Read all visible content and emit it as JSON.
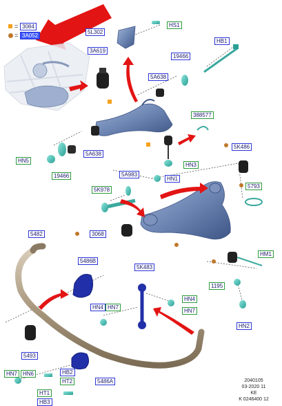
{
  "legend": [
    {
      "label": "3084",
      "marker": "#f6a21e"
    },
    {
      "label": "3A052",
      "marker": "#c0782a"
    }
  ],
  "parts": {
    "p5L302": "5L302",
    "pHS1": "HS1",
    "p3A619": "3A619",
    "pHB1": "HB1",
    "p19466a": "19466",
    "p5A638a": "5A638",
    "p388577": "388577",
    "p5K486": "5K486",
    "pHN5": "HN5",
    "p5A638b": "5A638",
    "p19466b": "19466",
    "pHN3": "HN3",
    "p5A983": "5A983",
    "pHN1": "HN1",
    "p5K978": "5K978",
    "p5793": "5793",
    "p3068": "3068",
    "p5482": "5482",
    "p5486B": "5486B",
    "p5K483": "5K483",
    "pHM1": "HM1",
    "p1195": "1195",
    "pHN4a": "HN4",
    "pHN7a": "HN7",
    "pHN4b": "HN4",
    "pHN7b": "HN7",
    "pHN2": "HN2",
    "p5493": "5493",
    "pHN7c": "HN7",
    "pHN6": "HN6",
    "pHB2": "HB2",
    "pHT2": "HT2",
    "p5486A": "5486A",
    "pHT1": "HT1",
    "pHB3": "HB3"
  },
  "footer": [
    "2040105",
    "03-2020 11",
    "KE",
    "K 0246400 12"
  ],
  "colors": {
    "part": "#6d86b3",
    "accent_arrow": "#e11b1b",
    "label_blue": "#2b34d6",
    "label_green": "#2a9a3a",
    "callout_highlight": "#3b55ff"
  }
}
